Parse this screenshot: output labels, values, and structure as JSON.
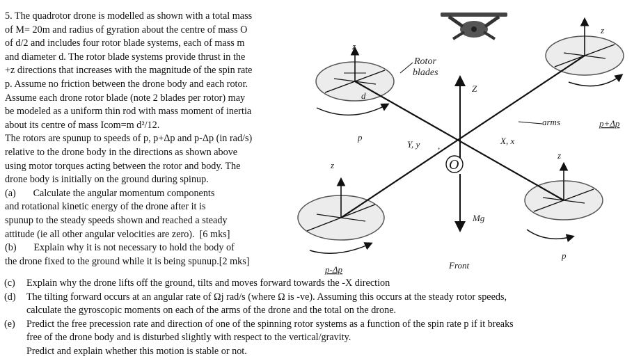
{
  "problem": {
    "lines": [
      "5. The quadrotor drone is modelled as shown with a total mass",
      "of M= 20m and radius of gyration about the centre of mass O",
      "of d/2 and includes four rotor blade systems, each of mass m",
      "and diameter d. The rotor blade systems provide thrust in the",
      "+z directions that increases with the magnitude of the spin rate",
      "p. Assume no friction between the drone body and each rotor.",
      "Assume each drone rotor blade (note 2 blades per rotor) may",
      "be modeled as a uniform thin rod with mass moment of inertia",
      "about its centre of mass Icom=m d²/12.",
      "The rotors are spunup to speeds of p, p+Δp and p-Δp (in rad/s)",
      "relative to the drone body in the directions as shown above",
      "using motor torques acting between the rotor and body. The",
      "drone body is initially on the ground during spinup.",
      "(a)       Calculate the angular momentum components",
      "and rotational kinetic energy of the drone after it is",
      "spunup to the steady speeds shown and reached a steady",
      "attitude (ie all other angular velocities are zero).  [6 mks]",
      "(b)       Explain why it is not necessary to hold the body of",
      "the drone fixed to the ground while it is being spunup.[2 mks]"
    ],
    "parts": [
      {
        "label": "(c)",
        "lines": [
          "Explain why the drone lifts off the ground, tilts and moves forward towards the -X direction"
        ]
      },
      {
        "label": "(d)",
        "lines": [
          "The tilting forward occurs at an angular rate of Ωj rad/s (where Ω is -ve). Assuming this occurs at the steady rotor speeds,",
          "calculate the gyroscopic moments on each of the arms of the drone and the total on the drone."
        ]
      },
      {
        "label": "(e)",
        "lines": [
          "Predict the free precession rate and direction of one of the spinning rotor systems as a function of the spin rate p if it breaks",
          "free of the drone body and is disturbed slightly with respect to the vertical/gravity.",
          "Predict and explain whether this motion is stable or not."
        ]
      }
    ]
  },
  "diagram": {
    "labels": {
      "z_top_left": "z",
      "z_top_right": "z",
      "z_center": "Z",
      "z_mid_left": "z",
      "z_mid_right": "z",
      "rotor_blades_1": "Rotor",
      "rotor_blades_2": "blades",
      "d": "d",
      "p_left": "p",
      "y": "Y, y",
      "comma": ",",
      "x": "X, x",
      "arms": "arms",
      "p_plus": "p+Δp",
      "origin": "O",
      "mg": "Mg",
      "p_minus": "p-Δp",
      "front": "Front",
      "p_right": "p"
    }
  }
}
